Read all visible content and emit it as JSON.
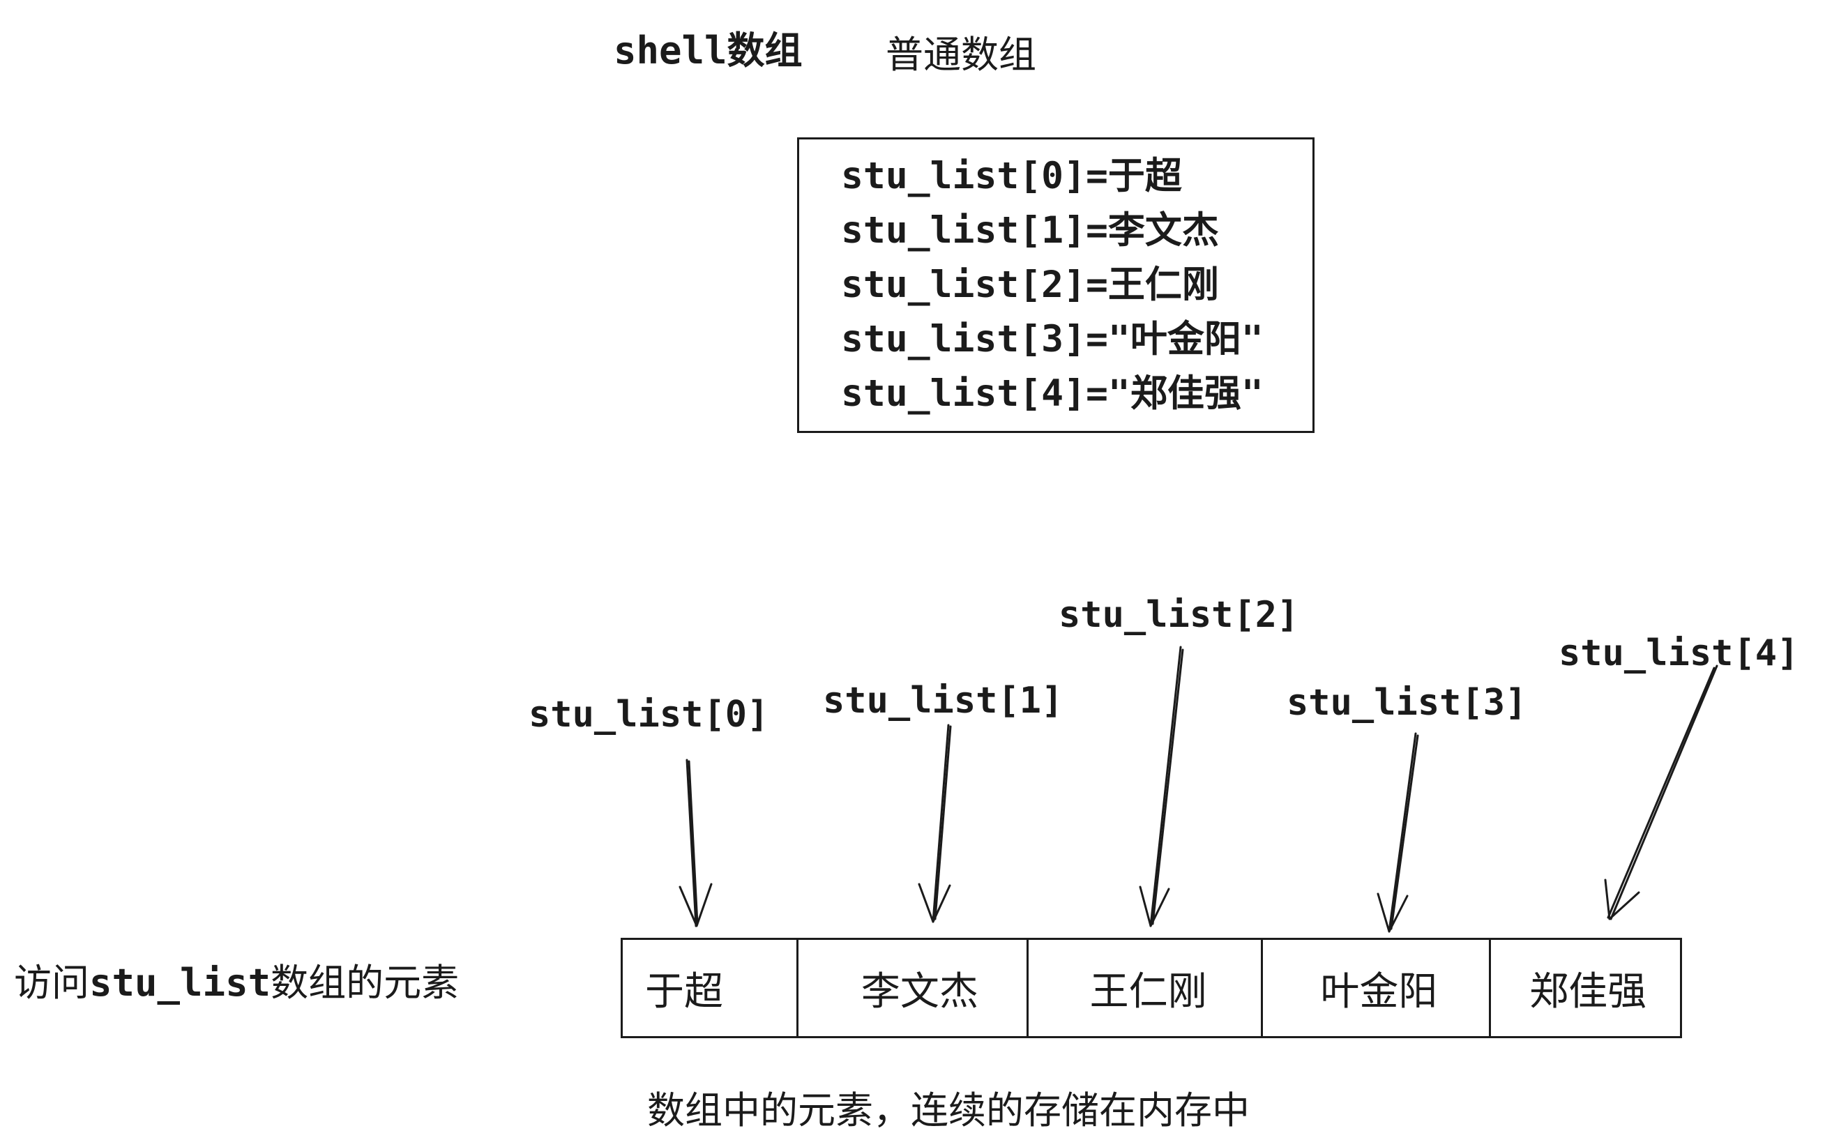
{
  "header": {
    "shell_array_label": "shell数组",
    "normal_array_label": "普通数组"
  },
  "assignments": [
    "stu_list[0]=于超",
    "stu_list[1]=李文杰",
    "stu_list[2]=王仁刚",
    "stu_list[3]=\"叶金阳\"",
    "stu_list[4]=\"郑佳强\""
  ],
  "index_labels": [
    "stu_list[0]",
    "stu_list[1]",
    "stu_list[2]",
    "stu_list[3]",
    "stu_list[4]"
  ],
  "memory_cells": [
    "于超",
    "李文杰",
    "王仁刚",
    "叶金阳",
    "郑佳强"
  ],
  "caption_left": {
    "prefix": "访问",
    "code": "stu_list",
    "suffix": "数组的元素"
  },
  "caption_bottom": "数组中的元素，连续的存储在内存中",
  "colors": {
    "ink": "#1b1b1b",
    "background": "#ffffff"
  }
}
